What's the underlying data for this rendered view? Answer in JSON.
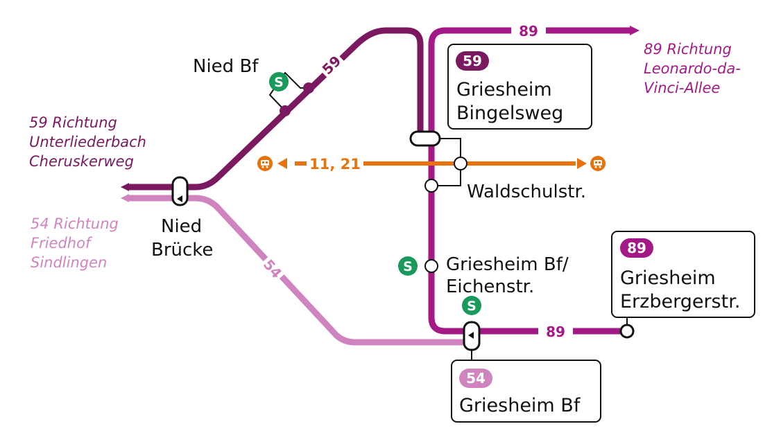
{
  "colors": {
    "line_59": "#7a1860",
    "line_89": "#a31a86",
    "line_54": "#d084bf",
    "tram": "#e8730c",
    "sbahn": "#1a9a5a",
    "station_outline": "#111111"
  },
  "lines": {
    "line_59": "59",
    "line_89_top": "89",
    "line_89_bottom": "89",
    "line_54": "54",
    "tram": "11, 21"
  },
  "stations": {
    "nied_bf": "Nied Bf",
    "nied_bruecke": [
      "Nied",
      "Brücke"
    ],
    "waldschulstr": "Waldschulstr.",
    "griesheim_bf_eichenstr": [
      "Griesheim Bf/",
      "Eichenstr."
    ]
  },
  "directions": {
    "dir_59": [
      "59 Richtung",
      "Unterliederbach",
      "Cheruskerweg"
    ],
    "dir_54": [
      "54 Richtung",
      "Friedhof",
      "Sindlingen"
    ],
    "dir_89": [
      "89 Richtung",
      "Leonardo-da-",
      "Vinci-Allee"
    ]
  },
  "endpoint_boxes": {
    "box_59": {
      "badge": "59",
      "name": [
        "Griesheim",
        "Bingelsweg"
      ]
    },
    "box_89": {
      "badge": "89",
      "name": [
        "Griesheim",
        "Erzbergerstr."
      ]
    },
    "box_54": {
      "badge": "54",
      "name": [
        "Griesheim Bf"
      ]
    }
  },
  "icons": {
    "sbahn": "s-bahn-icon",
    "tram": "tram-icon",
    "arrow": "direction-arrow-icon"
  }
}
